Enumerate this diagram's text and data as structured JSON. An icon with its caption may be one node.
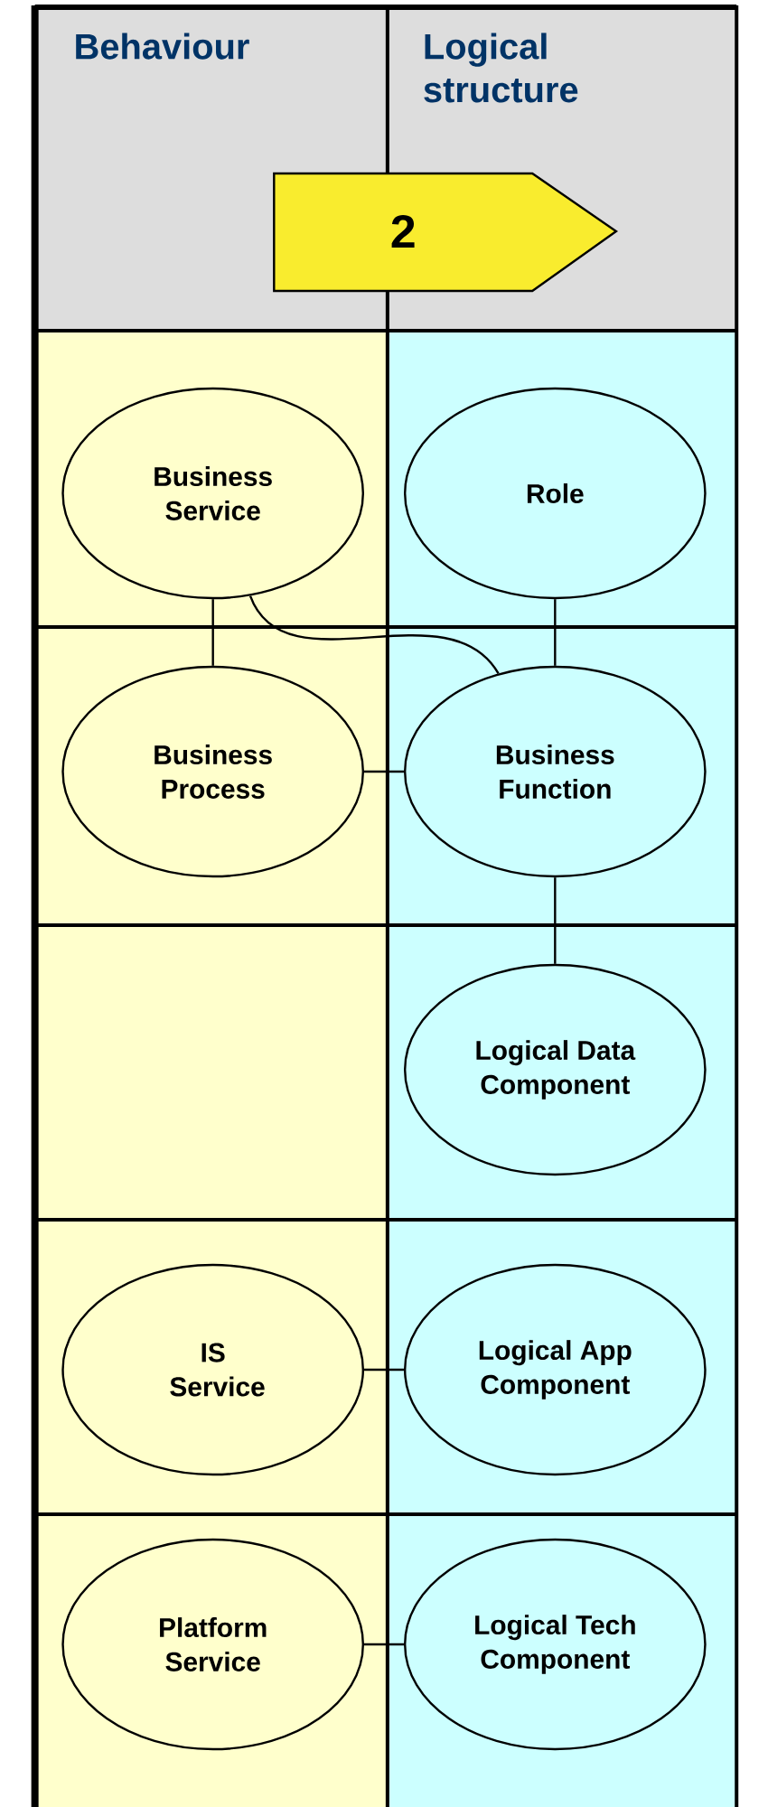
{
  "diagram": {
    "nodes": [
      {
        "text": [
          "2"
        ]
      },
      {
        "text": [
          "Business Service"
        ]
      },
      {
        "text": [
          "Role"
        ]
      },
      {
        "text": [
          "Business Process"
        ]
      },
      {
        "text": [
          "Business Function"
        ]
      },
      {
        "text": [
          "Logical Data Component"
        ]
      },
      {
        "text": [
          "IS Service"
        ]
      },
      {
        "text": [
          "Logical App Component"
        ]
      },
      {
        "text": [
          "Platform Service"
        ]
      },
      {
        "text": [
          "Logical Tech Component"
        ]
      }
    ],
    "edges": [
      {
        "from": 1,
        "to": 3,
        "arrow": "none"
      },
      {
        "from": 2,
        "to": 4,
        "arrow": "none"
      },
      {
        "from": 1,
        "to": 4,
        "arrow": "none"
      },
      {
        "from": 3,
        "to": 4,
        "arrow": "none"
      },
      {
        "from": 4,
        "to": 5,
        "arrow": "none"
      },
      {
        "from": 6,
        "to": 7,
        "arrow": "none"
      },
      {
        "from": 8,
        "to": 9,
        "arrow": "none"
      }
    ],
    "labels": [
      "Behaviour",
      "Logical structure"
    ]
  }
}
